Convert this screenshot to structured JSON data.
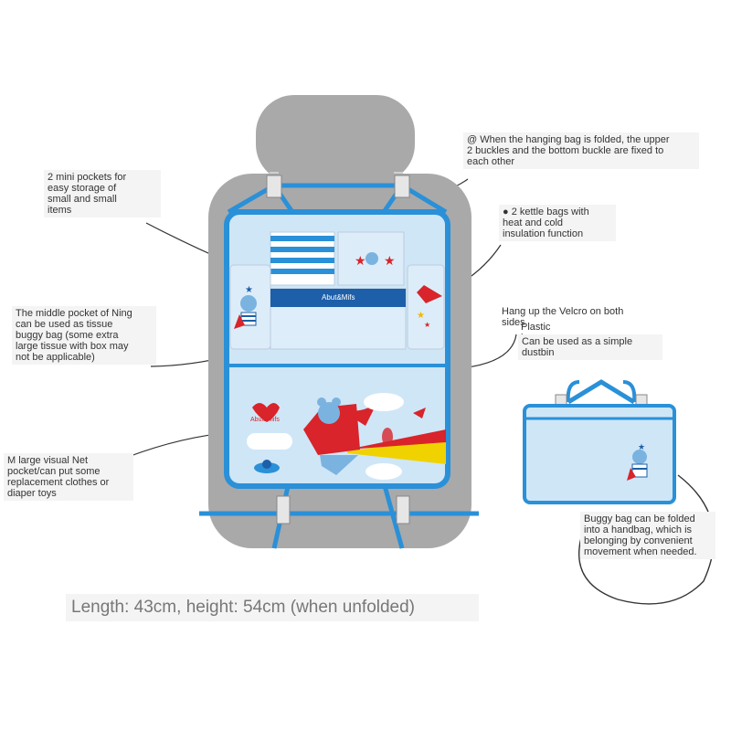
{
  "annotations": {
    "mini_pockets": "2 mini pockets for\neasy storage of\nsmall and small\nitems",
    "tissue_pocket": "The middle pocket of Ning\ncan be used as tissue\nbuggy bag (some extra\nlarge tissue with box may\nnot be applicable)",
    "net_pocket": "M large visual Net\npocket/can put some\nreplacement clothes or\ndiaper toys",
    "buckles": "@ When the hanging bag is folded, the upper\n2 buckles and the bottom buckle are fixed to\neach other",
    "kettle_bags": "● 2 kettle bags with\nheat and cold\ninsulation function",
    "velcro": "Hang up the Velcro on both\nsides",
    "plastic_bag": "Plastic\nbag",
    "dustbin": "Can be used as a simple\ndustbin",
    "handbag": "Buggy bag can be folded\ninto a handbag, which is\nbelonging by convenient\nmovement when needed."
  },
  "dimension_caption": "Length: 43cm, height: 54cm (when unfolded)",
  "product": {
    "brand_label": "Abut&Mifs",
    "net_pocket_brand": "Abut&Mifs"
  },
  "colors": {
    "trim_blue": "#2a90d8",
    "panel_blue": "#cfe6f7",
    "seat_grey": "#a9a9a9",
    "red": "#d8242a"
  }
}
